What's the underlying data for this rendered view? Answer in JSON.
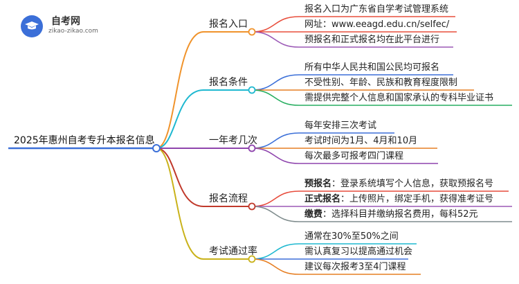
{
  "logo": {
    "name": "自考网",
    "url": "zikao-zikao.com"
  },
  "root": "2025年惠州自考专升本报名信息",
  "branches": [
    {
      "label": "报名入口",
      "color": "#f0932b",
      "leaves": [
        {
          "text": "报名入口为广东省自学考试管理系统",
          "color": "#e84e3c"
        },
        {
          "text": "网址：www.eeagd.edu.cn/selfec/",
          "color": "#e84e3c"
        },
        {
          "text": "预报名和正式报名均在此平台进行",
          "color": "#9b59b6"
        }
      ]
    },
    {
      "label": "报名条件",
      "color": "#1eb8d0",
      "leaves": [
        {
          "text": "所有中华人民共和国公民均可报名",
          "color": "#3b6fd8"
        },
        {
          "text": "不受性别、年龄、民族和教育程度限制",
          "color": "#e67e22"
        },
        {
          "text": "需提供完整个人信息和国家承认的专科毕业证书",
          "color": "#27ae60"
        }
      ]
    },
    {
      "label": "一年考几次",
      "color": "#8e44ad",
      "leaves": [
        {
          "text": "每年安排三次考试",
          "color": "#3b6fd8"
        },
        {
          "text": "考试时间为1月、4月和10月",
          "color": "#e67e22"
        },
        {
          "text": "每次最多可报考四门课程",
          "color": "#8e44ad"
        }
      ]
    },
    {
      "label": "报名流程",
      "color": "#c0392b",
      "leaves": [
        {
          "bold": "预报名",
          "text": "：登录系统填写个人信息，获取预报名号",
          "color": "#e74c3c"
        },
        {
          "bold": "正式报名",
          "text": "：上传照片，绑定手机，获得准考证号",
          "color": "#9b59b6"
        },
        {
          "bold": "缴费",
          "text": "：选择科目并缴纳报名费用，每科52元",
          "color": "#7f8c8d"
        }
      ]
    },
    {
      "label": "考试通过率",
      "color": "#c9b21a",
      "leaves": [
        {
          "text": "通常在30%至50%之间",
          "color": "#1eb8d0"
        },
        {
          "text": "需认真复习以提高通过机会",
          "color": "#3b6fd8"
        },
        {
          "text": "建议每次报考3至4门课程",
          "color": "#e67e22"
        }
      ]
    }
  ],
  "root_color": "#3b6fd8"
}
